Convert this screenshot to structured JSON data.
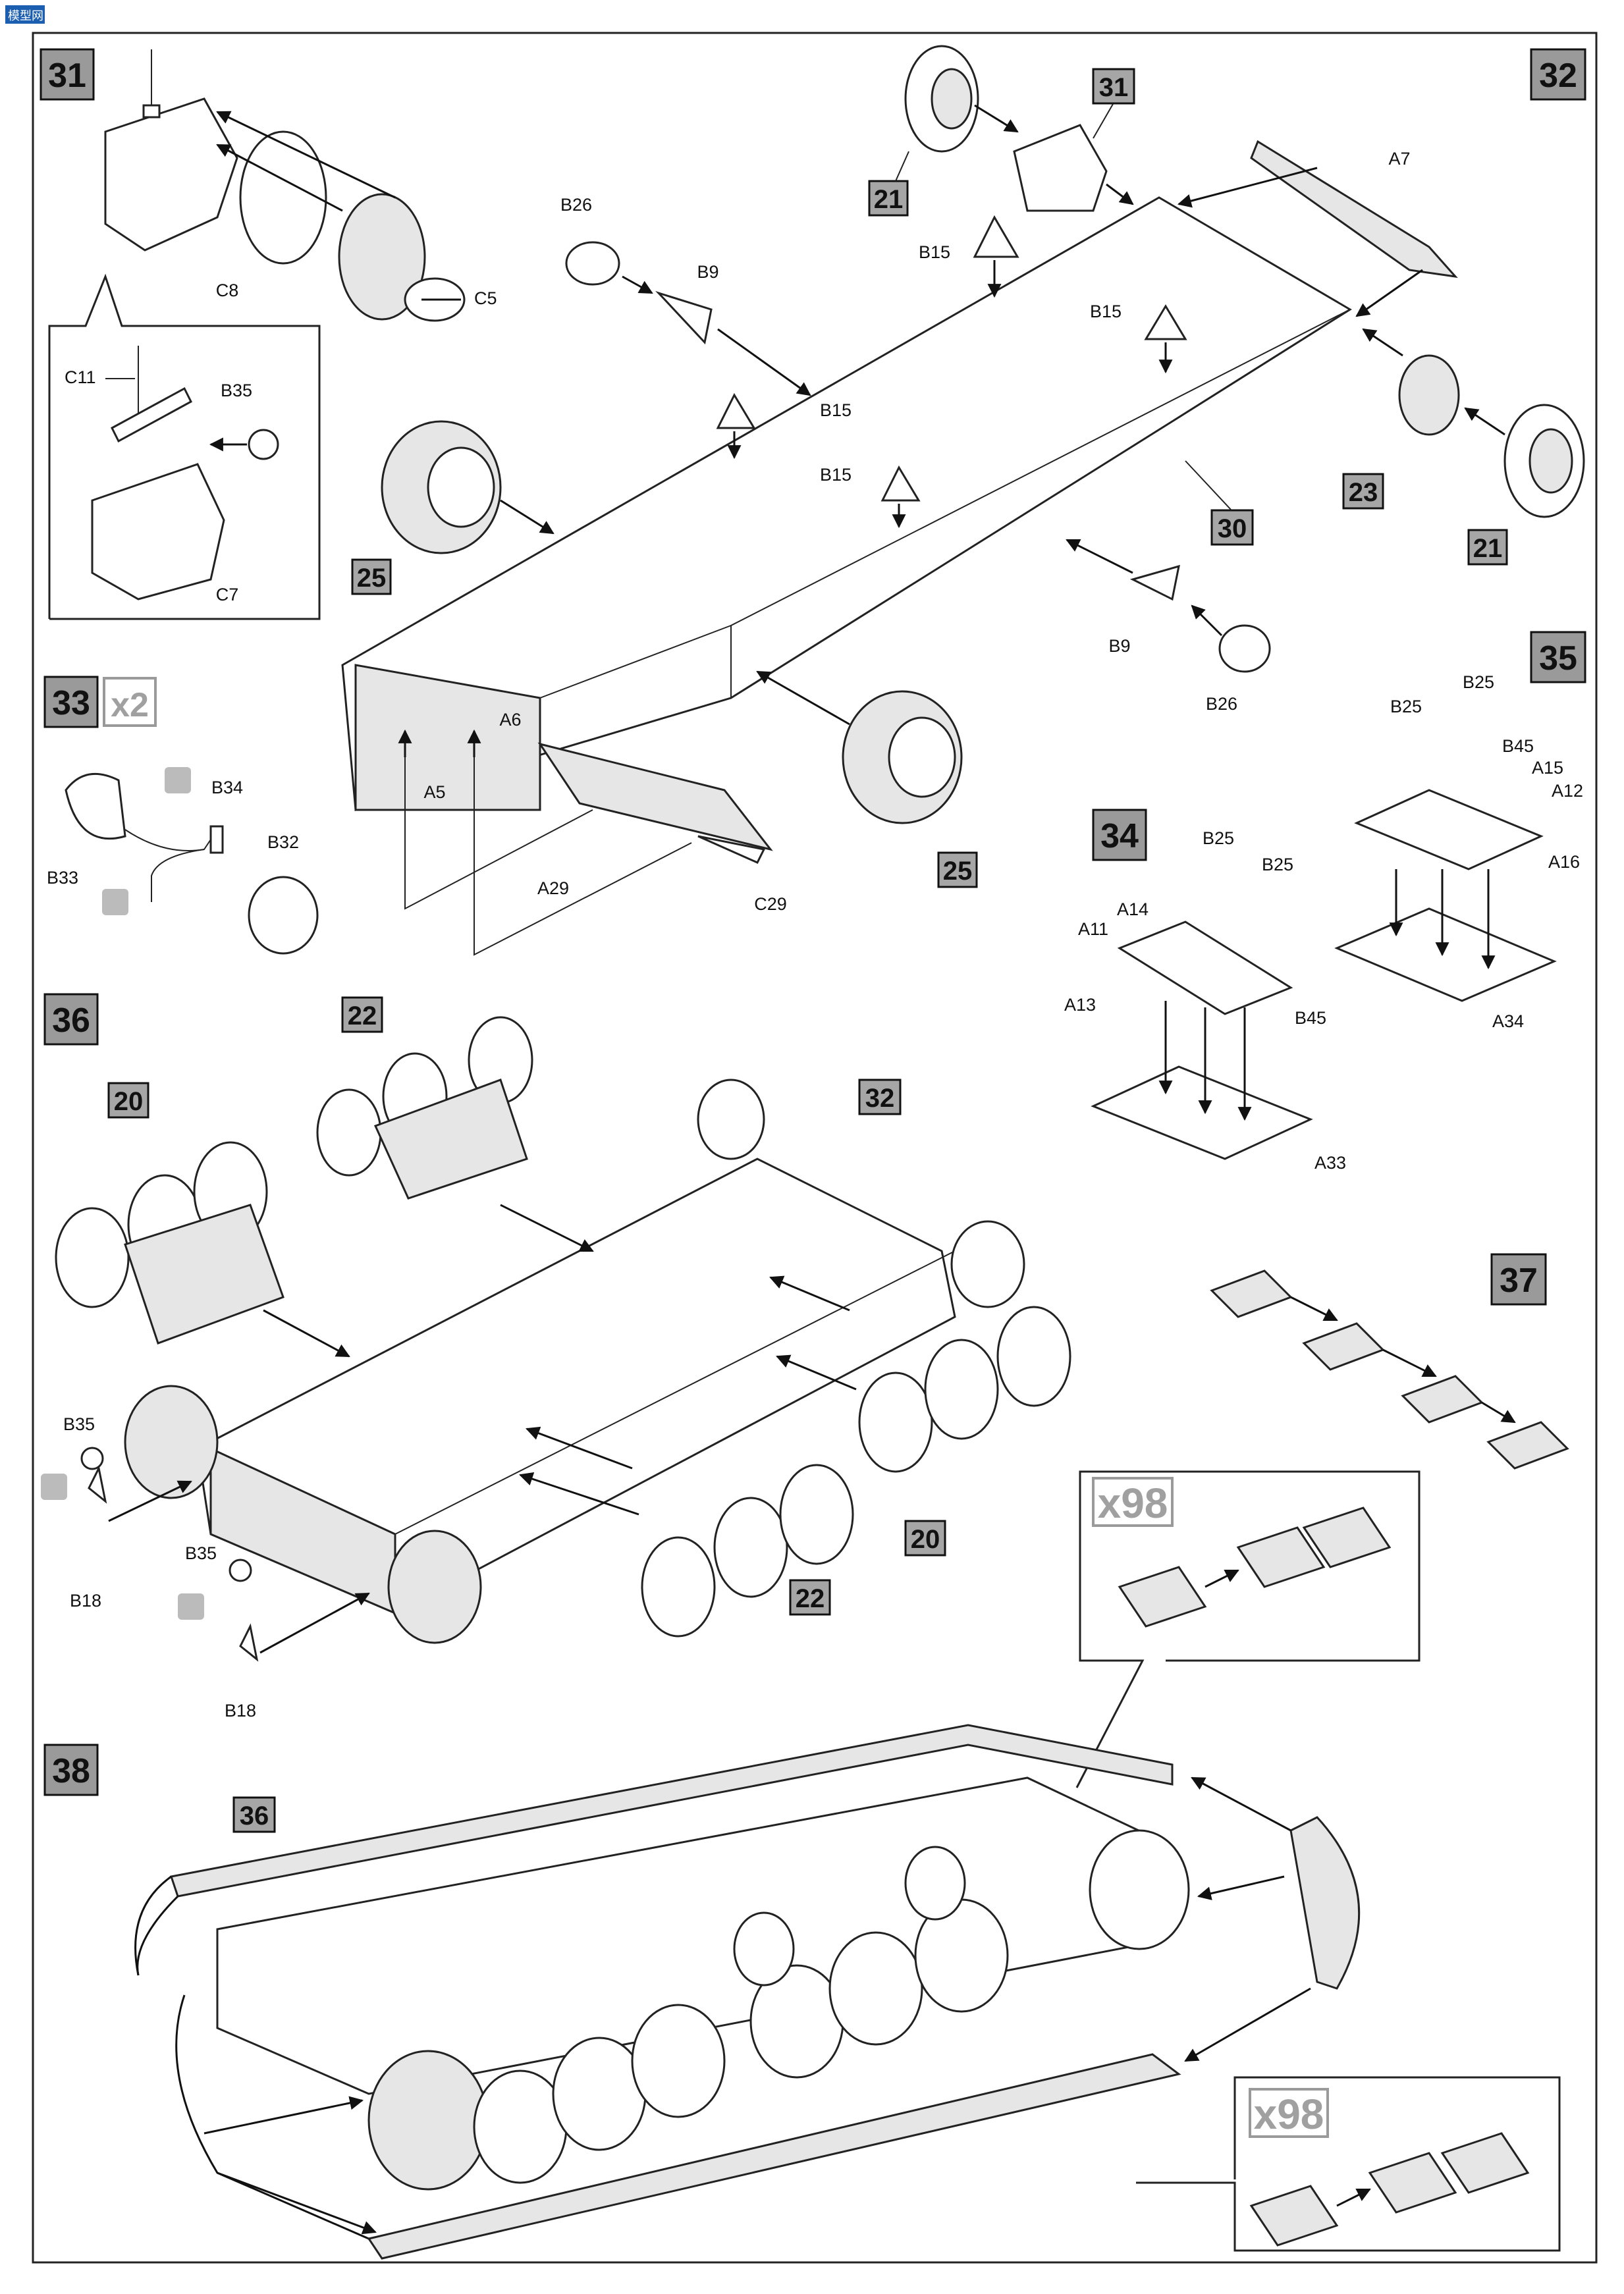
{
  "logo": {
    "text": "模型网"
  },
  "steps": [
    {
      "id": "s31",
      "label": "31"
    },
    {
      "id": "s32",
      "label": "32"
    },
    {
      "id": "s33",
      "label": "33",
      "qty": "x2"
    },
    {
      "id": "s34",
      "label": "34"
    },
    {
      "id": "s35",
      "label": "35"
    },
    {
      "id": "s36",
      "label": "36"
    },
    {
      "id": "s37",
      "label": "37"
    },
    {
      "id": "s38",
      "label": "38"
    }
  ],
  "refs": {
    "r21a": "21",
    "r31": "31",
    "r21b": "21",
    "r23": "23",
    "r30": "30",
    "r25a": "25",
    "r25b": "25",
    "r22a": "22",
    "r20a": "20",
    "r32": "32",
    "r20b": "20",
    "r22b": "22",
    "r36": "36"
  },
  "labels": {
    "C8": "C8",
    "C5": "C5",
    "C11": "C11",
    "B35a": "B35",
    "C7": "C7",
    "B26a": "B26",
    "B9a": "B9",
    "B15a": "B15",
    "B15b": "B15",
    "B15c": "B15",
    "B15d": "B15",
    "A7": "A7",
    "B9b": "B9",
    "B26b": "B26",
    "A6": "A6",
    "A5": "A5",
    "A29": "A29",
    "C29": "C29",
    "B34": "B34",
    "B32": "B32",
    "B33": "B33",
    "B25a": "B25",
    "B25b": "B25",
    "A14": "A14",
    "A11": "A11",
    "A13": "A13",
    "B45a": "B45",
    "A33": "A33",
    "B25c": "B25",
    "B25d": "B25",
    "B45b": "B45",
    "A15": "A15",
    "A12": "A12",
    "A16": "A16",
    "A34": "A34",
    "B35b": "B35",
    "B18a": "B18",
    "B35c": "B35",
    "B18b": "B18"
  },
  "qty_track_a": "x98",
  "qty_track_b": "x98"
}
